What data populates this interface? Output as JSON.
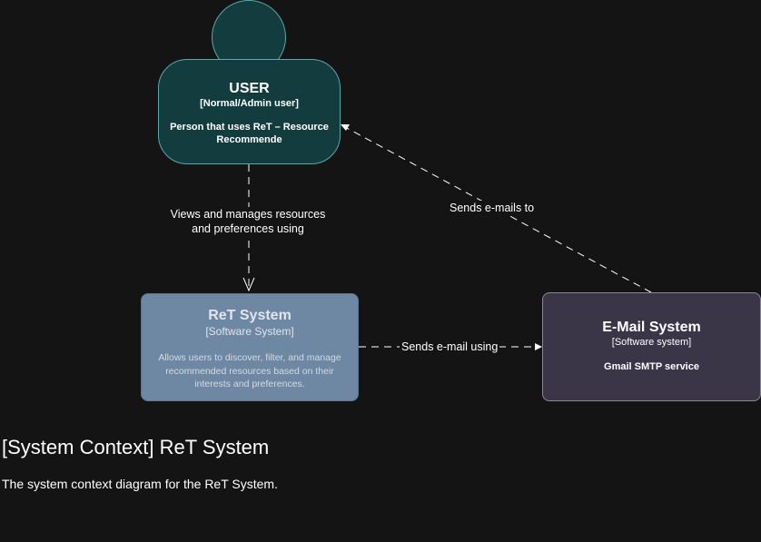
{
  "nodes": {
    "user": {
      "title": "USER",
      "kind": "[Normal/Admin user]",
      "description": "Person that uses ReT – Resource Recommende"
    },
    "ret_system": {
      "title": "ReT System",
      "kind": "[Software System]",
      "description": "Allows users to discover, filter, and manage recommended resources based on their interests and preferences."
    },
    "email_system": {
      "title": "E-Mail System",
      "kind": "[Software system]",
      "description": "Gmail SMTP service"
    }
  },
  "edges": [
    {
      "from": "user",
      "to": "ret_system",
      "label": "Views and manages resources and preferences using"
    },
    {
      "from": "email_system",
      "to": "user",
      "label": "Sends e-mails to"
    },
    {
      "from": "ret_system",
      "to": "email_system",
      "label": "Sends e-mail using"
    }
  ],
  "diagram": {
    "title": "[System Context] ReT System",
    "description": "The system context diagram for the ReT System."
  },
  "colors": {
    "background": "#141414",
    "person": "#133c3e",
    "person_border": "#5aa8a8",
    "internal_system": "#6e87a2",
    "external_system": "#3a3547",
    "edge": "#ffffff"
  }
}
